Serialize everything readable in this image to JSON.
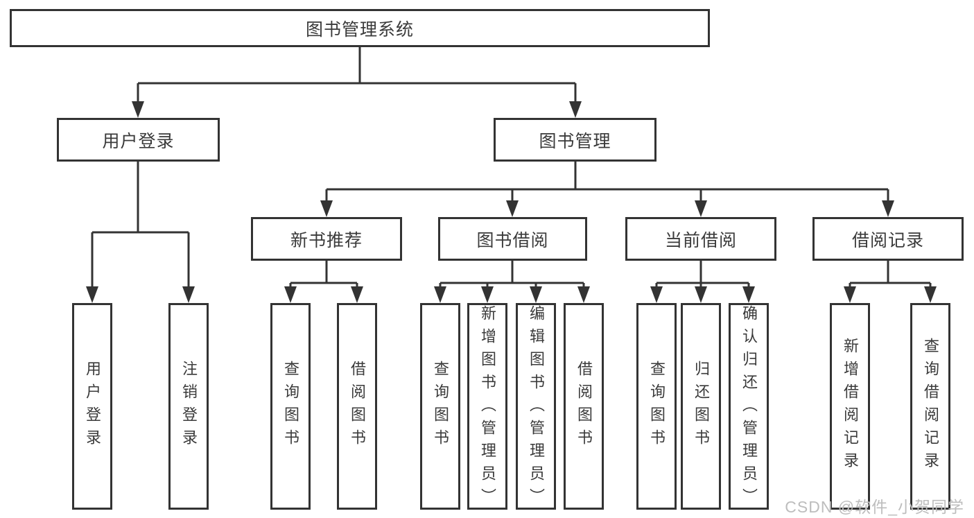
{
  "diagram": {
    "title_node": {
      "label": "图书管理系统"
    },
    "level2": [
      {
        "label": "用户登录"
      },
      {
        "label": "图书管理"
      }
    ],
    "level3": [
      {
        "label": "新书推荐"
      },
      {
        "label": "图书借阅"
      },
      {
        "label": "当前借阅"
      },
      {
        "label": "借阅记录"
      }
    ],
    "leaves": {
      "user_login": [
        {
          "label": "用户登录"
        },
        {
          "label": "注销登录"
        }
      ],
      "new_book_recommend": [
        {
          "label": "查询图书"
        },
        {
          "label": "借阅图书"
        }
      ],
      "book_borrow": [
        {
          "label": "查询图书"
        },
        {
          "label": "新增图书（管理员）"
        },
        {
          "label": "编辑图书（管理员）"
        },
        {
          "label": "借阅图书"
        }
      ],
      "current_borrow": [
        {
          "label": "查询图书"
        },
        {
          "label": "归还图书"
        },
        {
          "label": "确认归还（管理员）"
        }
      ],
      "borrow_records": [
        {
          "label": "新增借阅记录"
        },
        {
          "label": "查询借阅记录"
        }
      ]
    },
    "colors": {
      "line": "#333333",
      "border": "#333333",
      "text": "#3a3a3a",
      "background": "#ffffff",
      "watermark": "#bdbdbd"
    }
  },
  "watermark": {
    "text": "CSDN @软件_小贺同学"
  }
}
